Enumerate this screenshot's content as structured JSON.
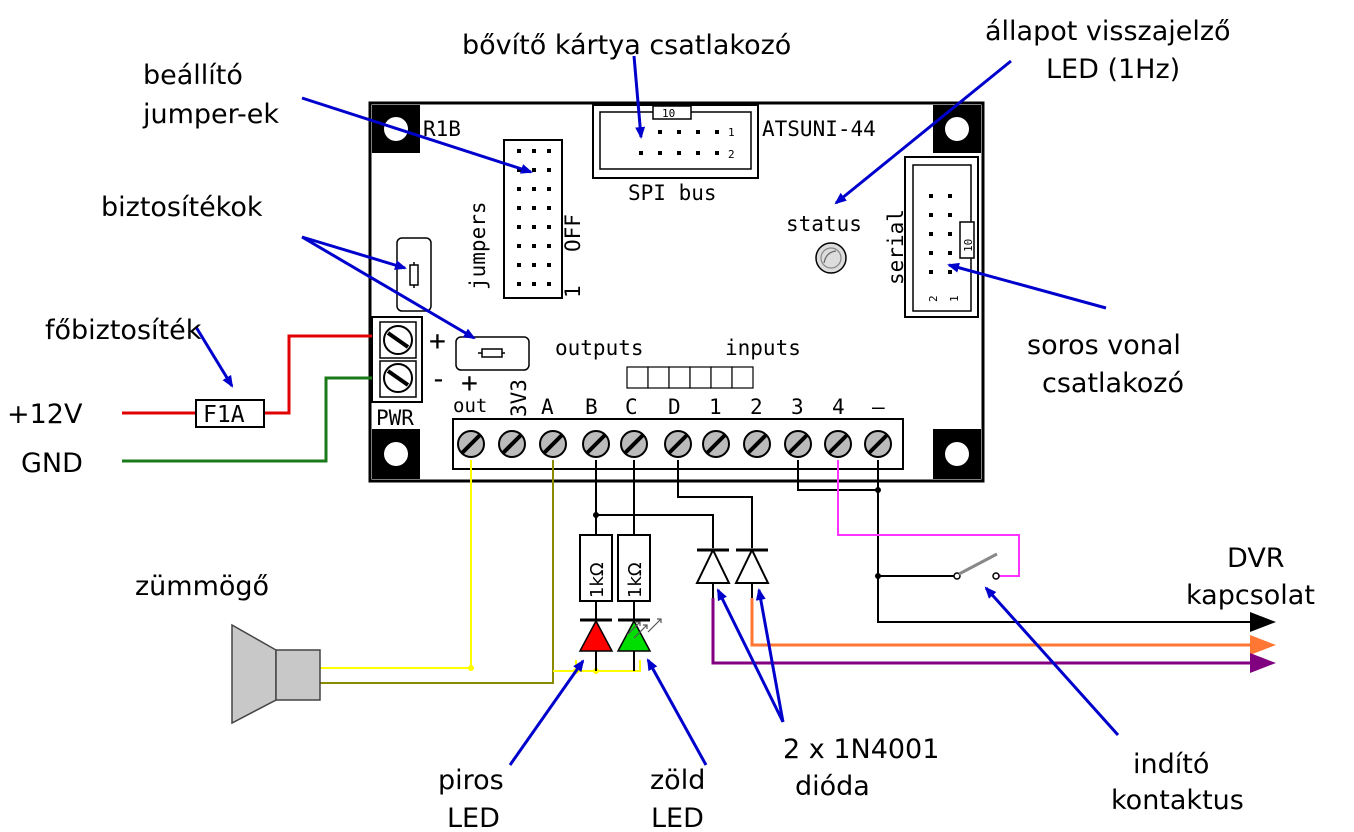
{
  "labels": {
    "jumpers_title": [
      "beállító",
      "jumper-ek"
    ],
    "connector_title": "bővítő kártya csatlakozó",
    "status_title": [
      "állapot visszajelző",
      "LED (1Hz)"
    ],
    "fuses_title": "biztosítékok",
    "mainfuse_title": "főbiztosíték",
    "plus12": "+12V",
    "gnd": "GND",
    "fuse_box": "F1A",
    "serial_title": [
      "soros vonal",
      "csatlakozó"
    ],
    "buzzer_title": "zümmögő",
    "dvr_title": [
      "DVR",
      "kapcsolat"
    ],
    "red_led": [
      "piros",
      "LED"
    ],
    "green_led": [
      "zöld",
      "LED"
    ],
    "diodes": [
      "2 x 1N4001",
      "dióda"
    ],
    "start_contact": [
      "indító",
      "kontaktus"
    ]
  },
  "board": {
    "rev": "R1B",
    "model": "ATSUNI-44",
    "jumpers": "jumpers",
    "off": "OFF",
    "one": "1",
    "spi": "SPI bus",
    "spi_pin10": "10",
    "spi_pin1": "1",
    "spi_pin2": "2",
    "status": "status",
    "serial": "serial",
    "serial_pin10": "10",
    "serial_pin2": "2",
    "serial_pin1": "1",
    "outputs": "outputs",
    "inputs": "inputs",
    "plus": "+",
    "minus": "-",
    "pwr": "PWR",
    "terminals": [
      "out",
      "3V3",
      "A",
      "B",
      "C",
      "D",
      "1",
      "2",
      "3",
      "4",
      "–"
    ],
    "resistor": "1kΩ"
  }
}
